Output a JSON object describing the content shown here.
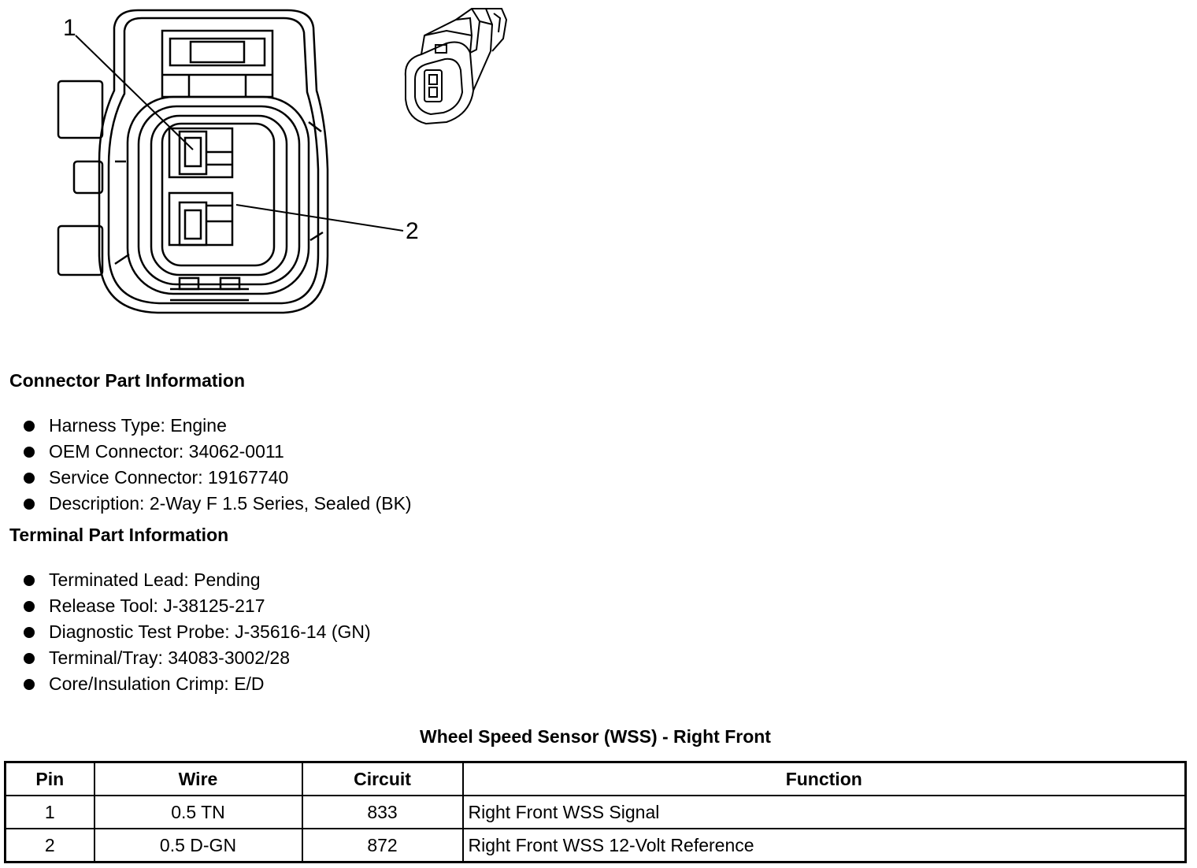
{
  "diagram": {
    "callouts": [
      "1",
      "2"
    ]
  },
  "connector_info": {
    "title": "Connector Part Information",
    "items": [
      "Harness Type: Engine",
      "OEM Connector: 34062-0011",
      "Service Connector: 19167740",
      "Description: 2-Way F 1.5 Series, Sealed (BK)"
    ]
  },
  "terminal_info": {
    "title": "Terminal Part Information",
    "items": [
      "Terminated Lead: Pending",
      "Release Tool: J-38125-217",
      "Diagnostic Test Probe: J-35616-14 (GN)",
      "Terminal/Tray: 34083-3002/28",
      "Core/Insulation Crimp: E/D"
    ]
  },
  "table": {
    "title": "Wheel Speed Sensor (WSS) - Right Front",
    "headers": [
      "Pin",
      "Wire",
      "Circuit",
      "Function"
    ],
    "rows": [
      [
        "1",
        "0.5 TN",
        "833",
        "Right Front WSS Signal"
      ],
      [
        "2",
        "0.5 D-GN",
        "872",
        "Right Front WSS 12-Volt Reference"
      ]
    ]
  }
}
